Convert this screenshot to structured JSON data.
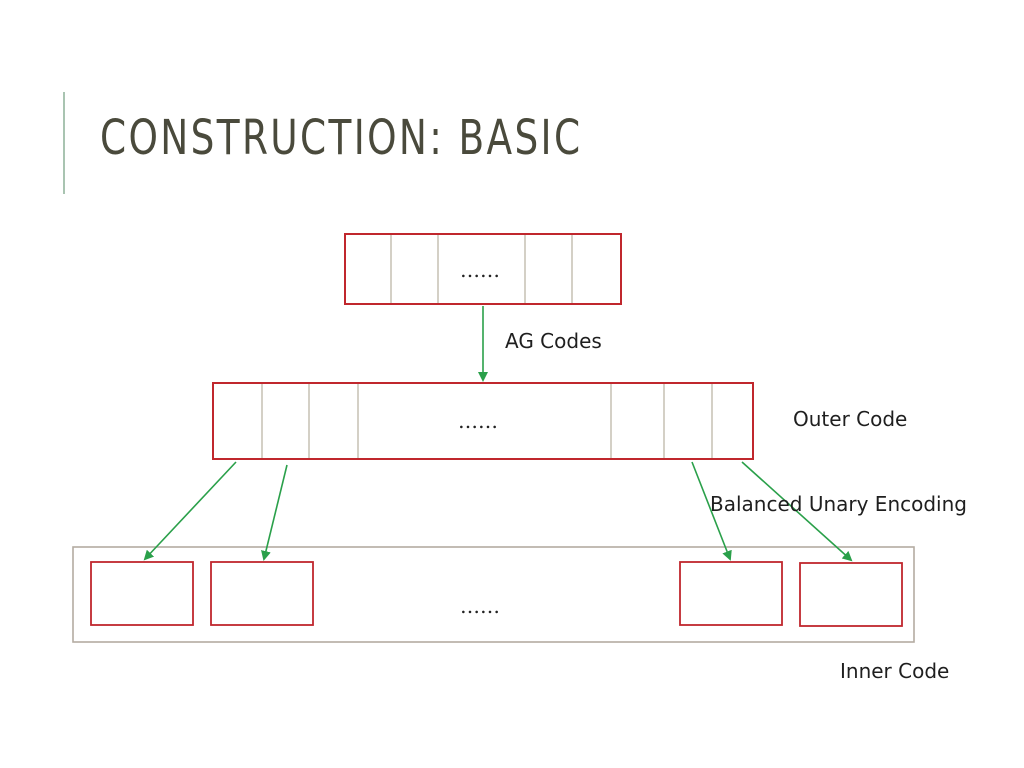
{
  "slide": {
    "title": "CONSTRUCTION: BASIC"
  },
  "diagram": {
    "top_box_ellipsis": "……",
    "outer_box_ellipsis": "……",
    "inner_row_ellipsis": "……",
    "ag_codes_label": "AG Codes",
    "outer_code_label": "Outer Code",
    "balanced_unary_label": "Balanced Unary Encoding",
    "inner_code_label": "Inner Code"
  },
  "colors": {
    "box_border": "#c0272d",
    "arrow": "#2aa04a",
    "container_border": "#b4aca2",
    "cell_divider": "#b8b0a0"
  }
}
